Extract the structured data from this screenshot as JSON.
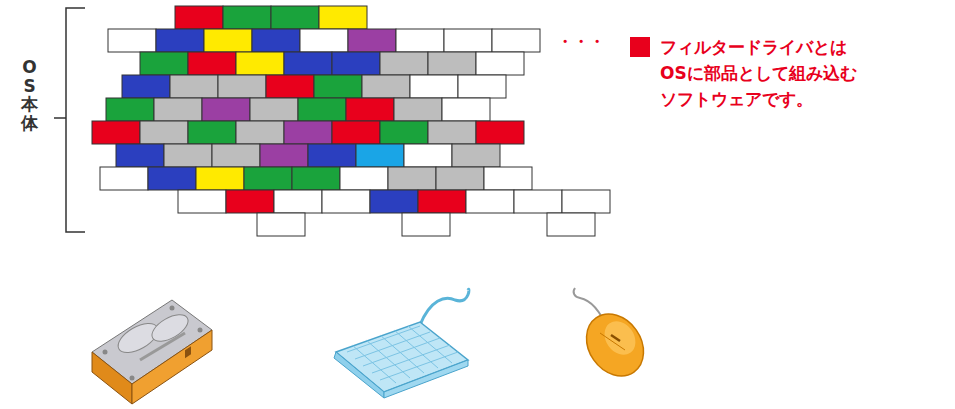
{
  "diagram": {
    "labels": [
      "OS本体",
      "・・・"
    ],
    "legend": [
      {
        "text": "フィルタードライバとは OSに部品として組み込む ソフトウェアです。",
        "color": "#e8001c"
      }
    ]
  }
}
